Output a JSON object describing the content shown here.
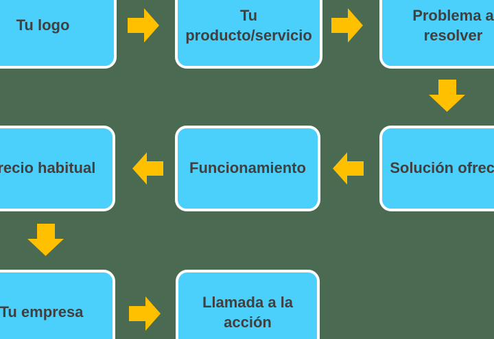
{
  "diagram": {
    "type": "flow-smartart",
    "background_color": "#4B6A52",
    "node_fill_color": "#4BCFFB",
    "node_border_color": "#FFFFFF",
    "arrow_color": "#FFC000",
    "text_color": "#404040",
    "nodes": [
      {
        "id": "tu-logo",
        "label": "Tu logo"
      },
      {
        "id": "tu-producto-servicio",
        "label": "Tu\nproducto/servicio"
      },
      {
        "id": "problema-a-resolver",
        "label": "Problema a\nresolver"
      },
      {
        "id": "solucion-ofrecida",
        "label": "Solución ofrecida"
      },
      {
        "id": "funcionamiento",
        "label": "Funcionamiento"
      },
      {
        "id": "precio-habitual",
        "label": "Precio habitual"
      },
      {
        "id": "tu-empresa",
        "label": "Tu empresa"
      },
      {
        "id": "llamada-a-la-accion",
        "label": "Llamada a la\nacción"
      }
    ],
    "arrows": [
      {
        "direction": "right",
        "from": "Tu logo",
        "to": "Tu producto/servicio"
      },
      {
        "direction": "right",
        "from": "Tu producto/servicio",
        "to": "Problema a resolver"
      },
      {
        "direction": "down",
        "from": "Problema a resolver",
        "to": "Solución ofrecida"
      },
      {
        "direction": "left",
        "from": "Solución ofrecida",
        "to": "Funcionamiento"
      },
      {
        "direction": "left",
        "from": "Funcionamiento",
        "to": "Precio habitual"
      },
      {
        "direction": "down",
        "from": "Precio habitual",
        "to": "Tu empresa"
      },
      {
        "direction": "right",
        "from": "Tu empresa",
        "to": "Llamada a la acción"
      }
    ]
  }
}
